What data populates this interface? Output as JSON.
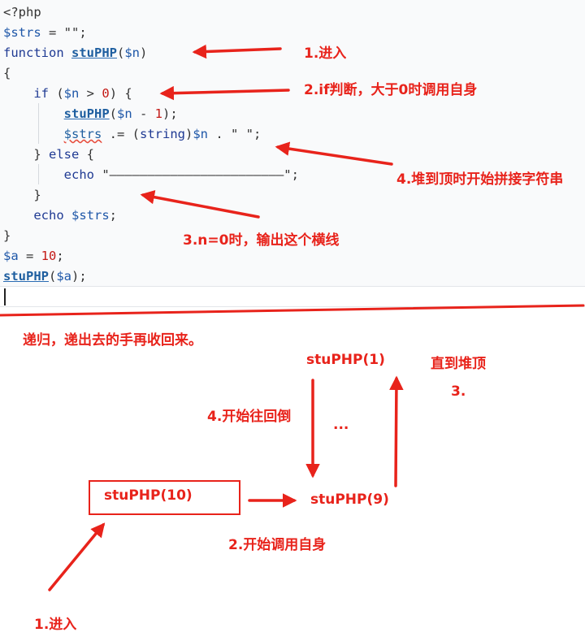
{
  "code": {
    "lines": [
      "<?php",
      "$strs = \"\";",
      "function stuPHP($n)",
      "{",
      "    if ($n > 0) {",
      "        stuPHP($n - 1);",
      "        $strs .= (string)$n . \" \";",
      "    } else {",
      "        echo \"———————————————————————\";",
      "    }",
      "    echo $strs;",
      "}",
      "$a = 10;",
      "stuPHP($a);"
    ]
  },
  "annotations": {
    "enter": "1.进入",
    "if_judge": "2.if判断，大于0时调用自身",
    "line_output": "3.n=0时，输出这个横线",
    "stack_top": "4.堆到顶时开始拼接字符串",
    "recursion_note": "递归，递出去的手再收回来。",
    "node_1": "stuPHP(1)",
    "until_top": "直到堆顶",
    "step3": "3.",
    "back_down": "4.开始往回倒",
    "ellipsis": "...",
    "node_10": "stuPHP(10)",
    "node_9": "stuPHP(9)",
    "call_self": "2.开始调用自身",
    "enter_bottom": "1.进入"
  },
  "colors": {
    "annotation_red": "#e8231b",
    "keyword_blue": "#1f3a93",
    "number_red": "#c41a16",
    "editor_bg": "#f9fafb"
  }
}
